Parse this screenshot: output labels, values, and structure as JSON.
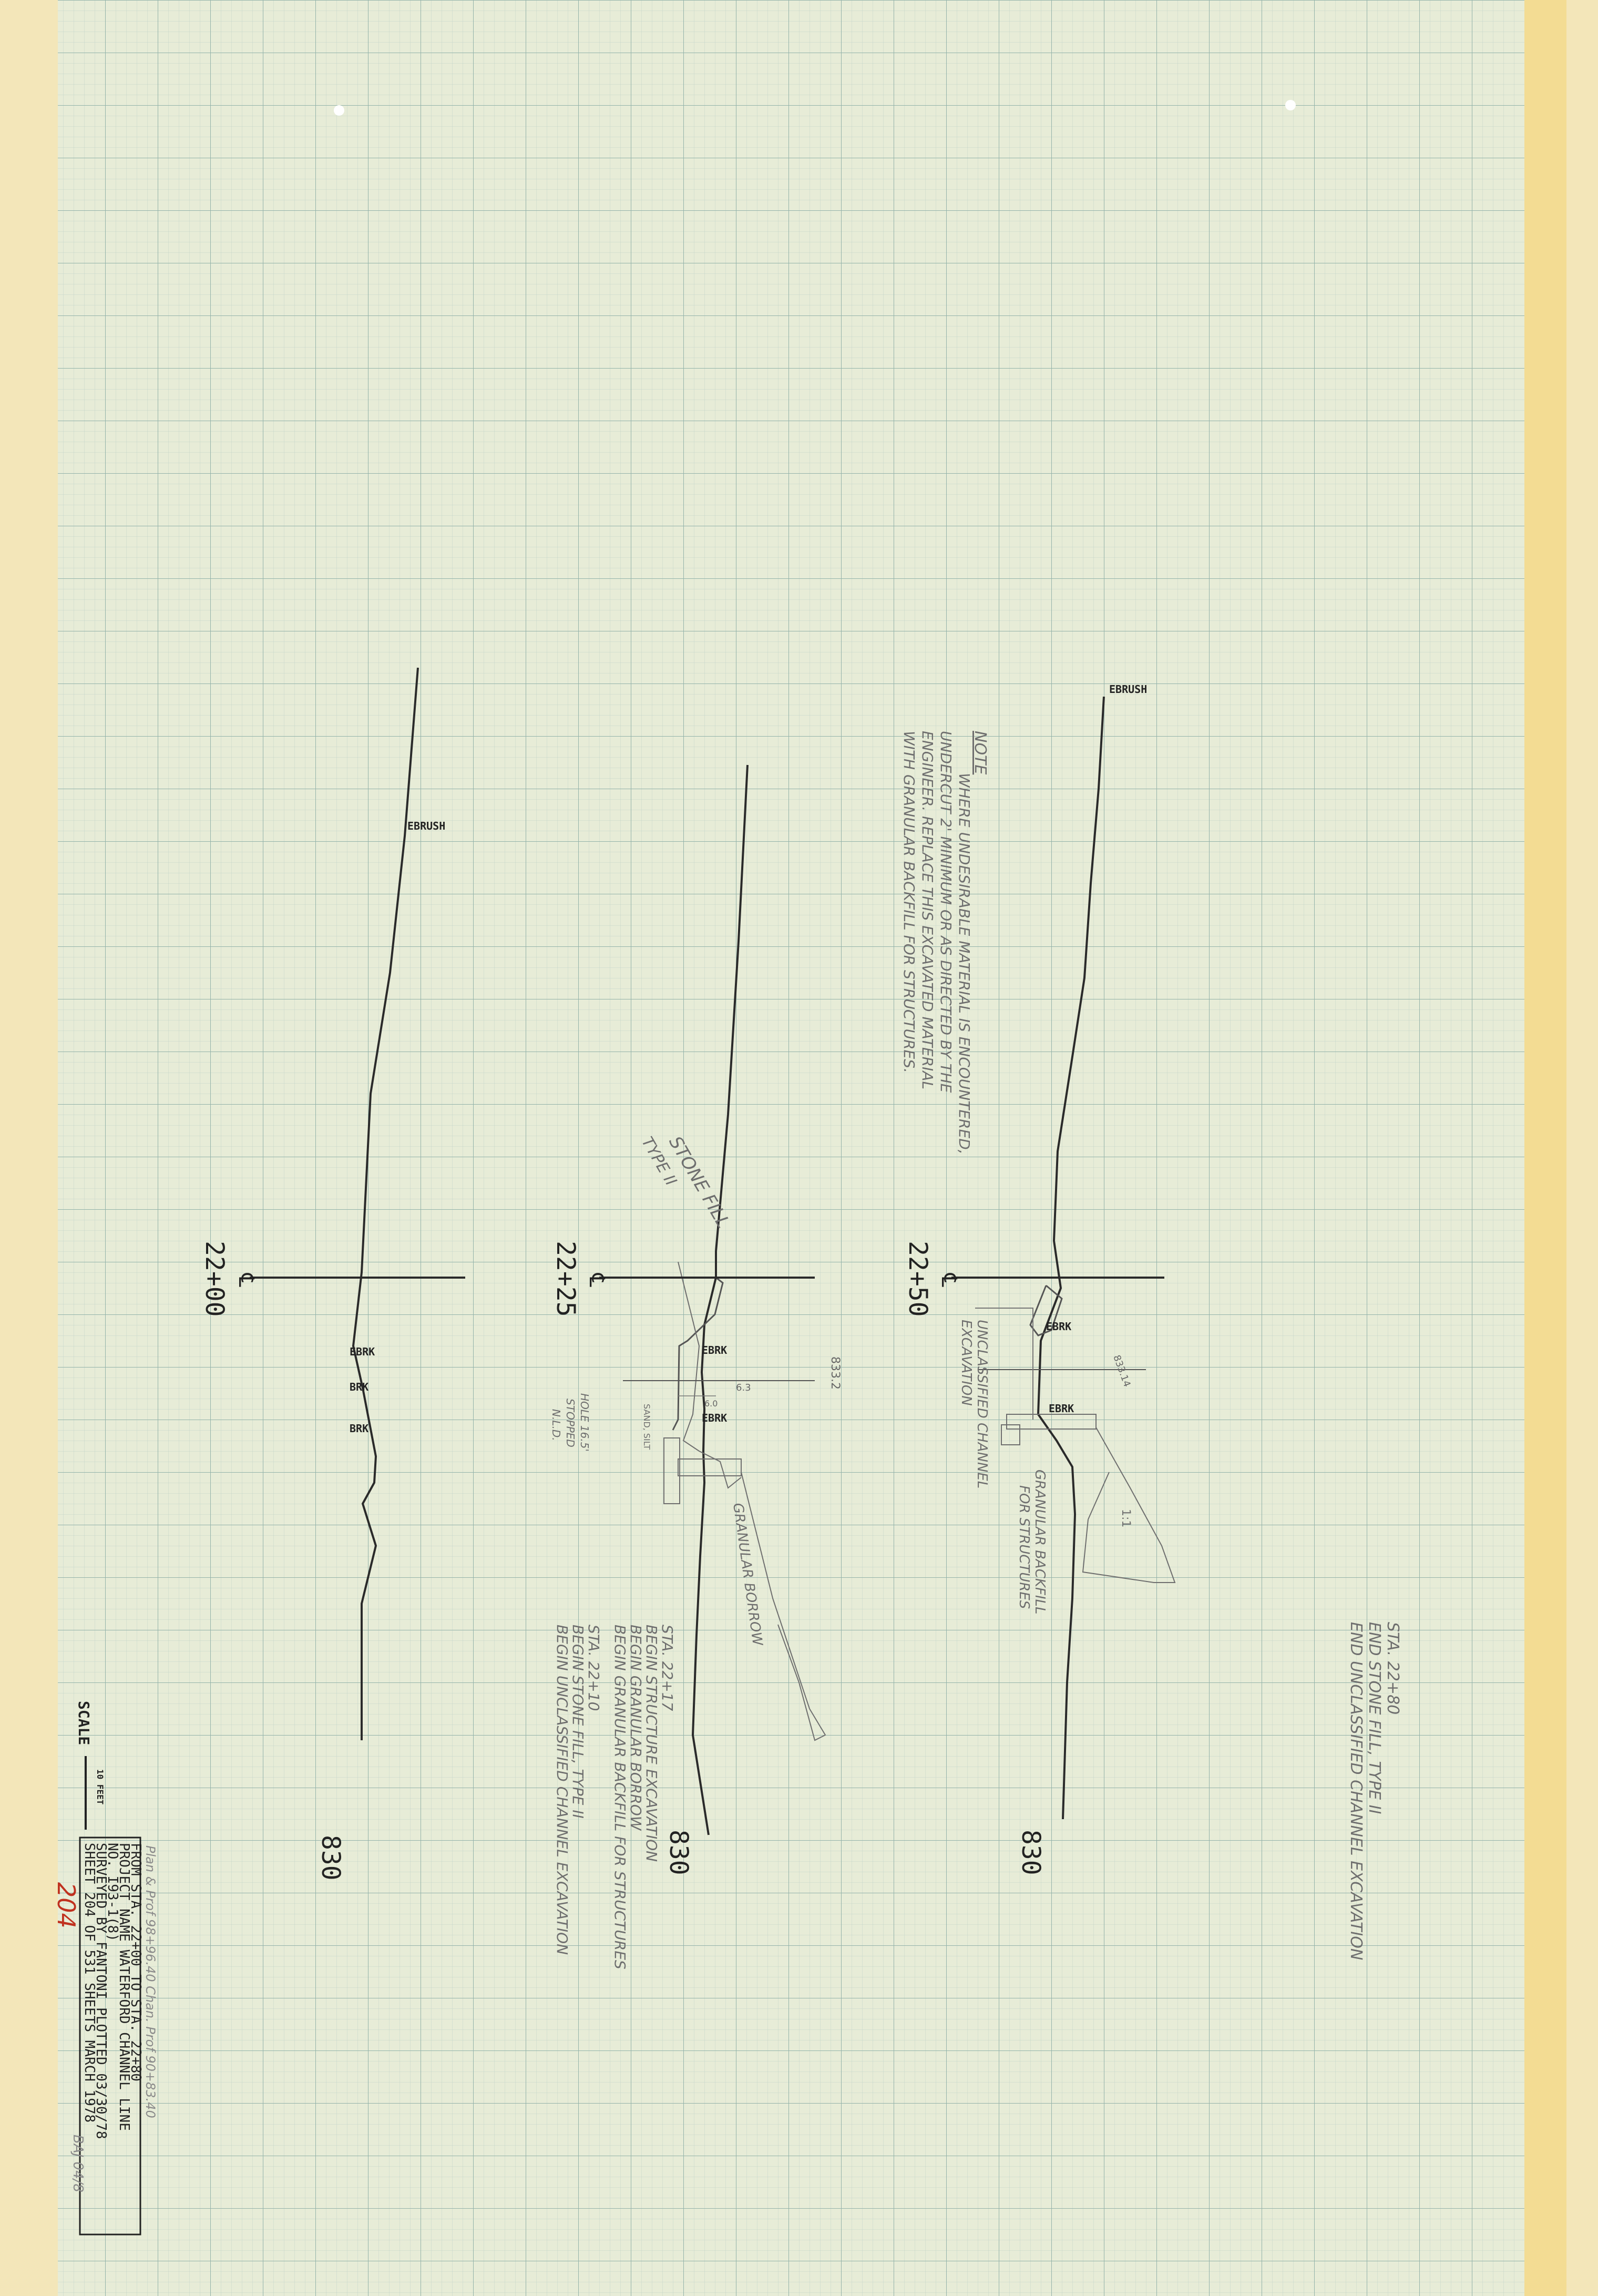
{
  "sections": [
    {
      "station": "22+00",
      "elevation": "830",
      "labels": [
        "EBRUSH",
        "EBRK",
        "BRK",
        "BRK"
      ]
    },
    {
      "station": "22+25",
      "elevation": "830",
      "labels": [
        "EBRK",
        "EBRK",
        "833.2"
      ],
      "offset_marks": [
        "6.3",
        "6.0"
      ],
      "notes": [
        "STONE FILL",
        "TYPE II",
        "HOLE 16.5'",
        "STOPPED",
        "N.L.D.",
        "SAND, SILT",
        "GRANULAR BORROW"
      ]
    },
    {
      "station": "22+50",
      "elevation": "830",
      "labels": [
        "EBRUSH",
        "EBRK",
        "EBRK",
        "833.14"
      ],
      "notes": [
        "UNCLASSIFIED CHANNEL",
        "EXCAVATION",
        "GRANULAR BACKFILL",
        "FOR STRUCTURES",
        "1:1"
      ]
    }
  ],
  "note_block": {
    "heading": "NOTE",
    "lines": [
      "WHERE UNDESIRABLE MATERIAL IS ENCOUNTERED,",
      "UNDERCUT 2' MINIMUM OR AS DIRECTED BY THE",
      "ENGINEER. REPLACE THIS EXCAVATED MATERIAL",
      "WITH GRANULAR BACKFILL FOR STRUCTURES."
    ]
  },
  "station_notes_right": [
    "STA. 22+80",
    "END STONE FILL, TYPE II",
    "END UNCLASSIFIED CHANNEL EXCAVATION"
  ],
  "station_notes_middle": [
    "STA. 22+17",
    "BEGIN STRUCTURE EXCAVATION",
    "BEGIN GRANULAR BORROW",
    "BEGIN GRANULAR BACKFILL FOR STRUCTURES",
    "STA. 22+10",
    "BEGIN STONE FILL, TYPE II",
    "BEGIN UNCLASSIFIED CHANNEL EXCAVATION"
  ],
  "scale": {
    "label": "SCALE",
    "value": "10 FEET"
  },
  "title_block": {
    "lines": [
      "FROM STA. 22+00   TO STA. 22+80",
      "PROJECT NAME   WATERFORD   CHANNEL LINE",
      "NO.   I93-1(8)",
      "SURVEYED BY   FANTONI   PLOTTED 03/30/78",
      "SHEET 204 OF 531 SHEETS   MARCH 1978"
    ],
    "pencil_note": "Plan & Prof 98+96.40  Chan. Prof 90+83.40",
    "sheet_number_red": "204",
    "initials": "BAJ 04/8"
  },
  "colors": {
    "paper": "#e7ecd7",
    "grid_minor": "#b9ccc0",
    "grid_major": "#8fb0a8",
    "ink": "#2a2a2a",
    "pencil": "#6e6e6e",
    "red": "#c0311f",
    "edge": "#f2d98a"
  }
}
